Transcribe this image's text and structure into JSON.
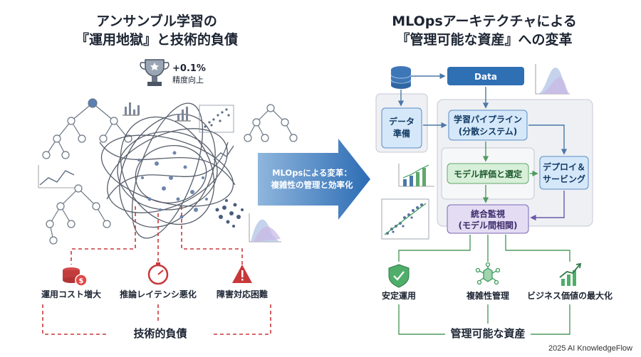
{
  "left": {
    "title_line1": "アンサンブル学習の",
    "title_line2": "『運用地獄』と技術的負債",
    "trophy_value": "+0.1%",
    "trophy_label": "精度向上",
    "costs": [
      {
        "label": "運用コスト増大",
        "icon": "coin-stack-dollar-icon"
      },
      {
        "label": "推論レイテンシ悪化",
        "icon": "stopwatch-icon"
      },
      {
        "label": "障害対応困難",
        "icon": "warning-triangle-icon"
      }
    ],
    "debt_label": "技術的負債"
  },
  "arrow": {
    "line1": "MLOpsによる変革：",
    "line2": "複雑性の管理と効率化"
  },
  "right": {
    "title_line1": "MLOpsアーキテクチャによる",
    "title_line2": "『管理可能な資産』への変革",
    "data_label": "Data",
    "prep_line1": "データ",
    "prep_line2": "準備",
    "pipeline_line1": "学習パイプライン",
    "pipeline_line2": "(分散システム)",
    "eval_label": "モデル評価と選定",
    "deploy_line1": "デプロイ＆",
    "deploy_line2": "サービング",
    "monitor_line1": "統合監視",
    "monitor_line2": "(モデル間相関)",
    "outcomes": [
      {
        "label": "安定運用",
        "icon": "shield-check-icon"
      },
      {
        "label": "複雑性管理",
        "icon": "network-cube-icon"
      },
      {
        "label": "ビジネス価値の最大化",
        "icon": "growth-chart-icon"
      }
    ],
    "asset_label": "管理可能な資産"
  },
  "footer": "2025 AI KnowledgeFlow",
  "colors": {
    "accent_blue": "#2f6fb3",
    "box_blue": "#d5e8fa",
    "box_green": "#d8efd9",
    "box_purple": "#e4dcf3",
    "danger_red": "#c8383a",
    "success_green": "#3c9a5a"
  }
}
